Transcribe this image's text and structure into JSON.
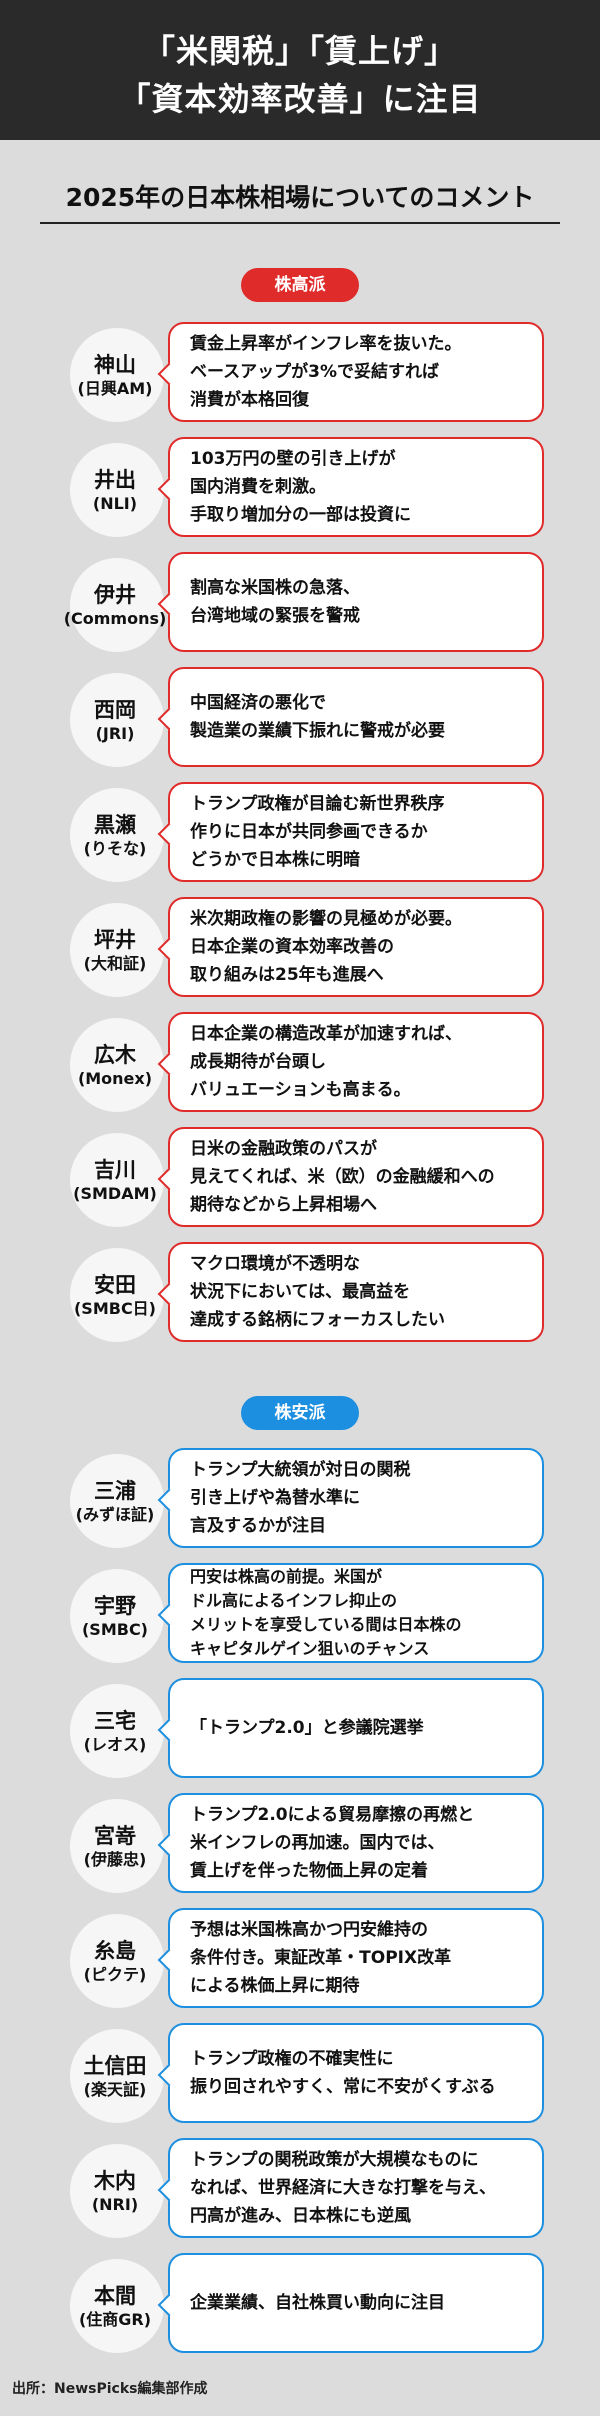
{
  "header": {
    "line1": "「米関税」「賃上げ」",
    "line2": "「資本効率改善」に注目"
  },
  "subtitle": "2025年の日本株相場についてのコメント",
  "groups": [
    {
      "label": "株高派",
      "color": "#e02b2b"
    },
    {
      "label": "株安派",
      "color": "#1d8fe0"
    }
  ],
  "bulls": [
    {
      "name": "神山",
      "org": "(日興AM)",
      "lines": [
        "賃金上昇率がインフレ率を抜いた。",
        "ベースアップが3%で妥結すれば",
        "消費が本格回復"
      ]
    },
    {
      "name": "井出",
      "org": "(NLI)",
      "lines": [
        "103万円の壁の引き上げが",
        "国内消費を刺激。",
        "手取り増加分の一部は投資に"
      ]
    },
    {
      "name": "伊井",
      "org": "(Commons)",
      "lines": [
        "割高な米国株の急落、",
        "台湾地域の緊張を警戒"
      ]
    },
    {
      "name": "西岡",
      "org": "(JRI)",
      "lines": [
        "中国経済の悪化で",
        "製造業の業績下振れに警戒が必要"
      ]
    },
    {
      "name": "黒瀬",
      "org": "(りそな)",
      "lines": [
        "トランプ政権が目論む新世界秩序",
        "作りに日本が共同参画できるか",
        "どうかで日本株に明暗"
      ]
    },
    {
      "name": "坪井",
      "org": "(大和証)",
      "lines": [
        "米次期政権の影響の見極めが必要。",
        "日本企業の資本効率改善の",
        "取り組みは25年も進展へ"
      ]
    },
    {
      "name": "広木",
      "org": "(Monex)",
      "lines": [
        "日本企業の構造改革が加速すれば、",
        "成長期待が台頭し",
        "バリュエーションも高まる。"
      ]
    },
    {
      "name": "吉川",
      "org": "(SMDAM)",
      "lines": [
        "日米の金融政策のパスが",
        "見えてくれば、米（欧）の金融緩和への",
        "期待などから上昇相場へ"
      ]
    },
    {
      "name": "安田",
      "org": "(SMBC日)",
      "lines": [
        "マクロ環境が不透明な",
        "状況下においては、最高益を",
        "達成する銘柄にフォーカスしたい"
      ]
    }
  ],
  "bears": [
    {
      "name": "三浦",
      "org": "(みずほ証)",
      "lines": [
        "トランプ大統領が対日の関税",
        "引き上げや為替水準に",
        "言及するかが注目"
      ]
    },
    {
      "name": "宇野",
      "org": "(SMBC)",
      "lines": [
        "円安は株高の前提。米国が",
        "ドル高によるインフレ抑止の",
        "メリットを享受している間は日本株の",
        "キャピタルゲイン狙いのチャンス"
      ]
    },
    {
      "name": "三宅",
      "org": "(レオス)",
      "lines": [
        "「トランプ2.0」と参議院選挙"
      ]
    },
    {
      "name": "宮嵜",
      "org": "(伊藤忠)",
      "lines": [
        "トランプ2.0による貿易摩擦の再燃と",
        "米インフレの再加速。国内では、",
        "賃上げを伴った物価上昇の定着"
      ]
    },
    {
      "name": "糸島",
      "org": "(ピクテ)",
      "lines": [
        "予想は米国株高かつ円安維持の",
        "条件付き。東証改革・TOPIX改革",
        "による株価上昇に期待"
      ]
    },
    {
      "name": "土信田",
      "org": "(楽天証)",
      "lines": [
        "トランプ政権の不確実性に",
        "振り回されやすく、常に不安がくすぶる"
      ]
    },
    {
      "name": "木内",
      "org": "(NRI)",
      "lines": [
        "トランプの関税政策が大規模なものに",
        "なれば、世界経済に大きな打撃を与え、",
        "円高が進み、日本株にも逆風"
      ]
    },
    {
      "name": "本間",
      "org": "(住商GR)",
      "lines": [
        "企業業績、自社株買い動向に注目"
      ]
    }
  ],
  "source": "出所：NewsPicks編集部作成"
}
